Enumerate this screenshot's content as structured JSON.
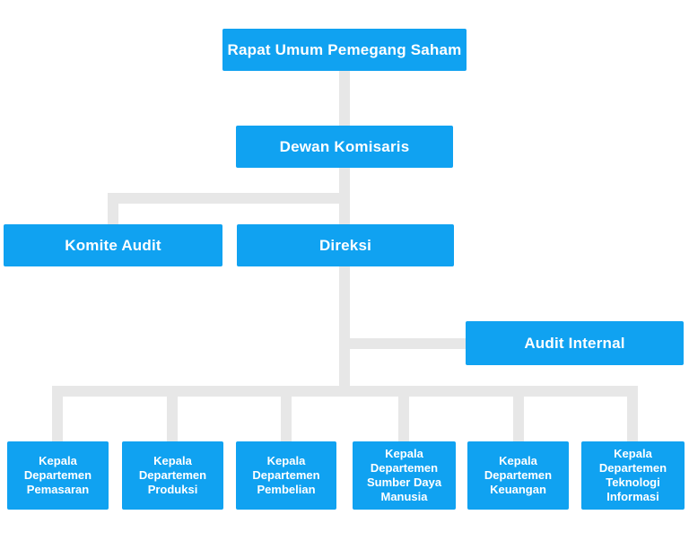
{
  "diagram": {
    "type": "org-chart",
    "colors": {
      "node_fill": "#10a2f1",
      "node_text": "#ffffff",
      "connector": "#e7e7e7",
      "background": "#ffffff"
    },
    "nodes": [
      {
        "id": "rups",
        "label": "Rapat Umum Pemegang Saham",
        "level": 1,
        "parent": null
      },
      {
        "id": "dewan-komisaris",
        "label": "Dewan Komisaris",
        "level": 2,
        "parent": "rups"
      },
      {
        "id": "komite-audit",
        "label": "Komite Audit",
        "level": 3,
        "parent": "dewan-komisaris"
      },
      {
        "id": "direksi",
        "label": "Direksi",
        "level": 3,
        "parent": "dewan-komisaris"
      },
      {
        "id": "audit-internal",
        "label": "Audit Internal",
        "level": 4,
        "parent": "direksi"
      },
      {
        "id": "dept-pemasaran",
        "label": "Kepala Departemen Pemasaran",
        "level": 5,
        "parent": "direksi"
      },
      {
        "id": "dept-produksi",
        "label": "Kepala Departemen Produksi",
        "level": 5,
        "parent": "direksi"
      },
      {
        "id": "dept-pembelian",
        "label": "Kepala Departemen Pembelian",
        "level": 5,
        "parent": "direksi"
      },
      {
        "id": "dept-sdm",
        "label": "Kepala Departemen Sumber Daya Manusia",
        "level": 5,
        "parent": "direksi"
      },
      {
        "id": "dept-keuangan",
        "label": "Kepala Departemen Keuangan",
        "level": 5,
        "parent": "direksi"
      },
      {
        "id": "dept-ti",
        "label": "Kepala Departemen Teknologi Informasi",
        "level": 5,
        "parent": "direksi"
      }
    ]
  }
}
